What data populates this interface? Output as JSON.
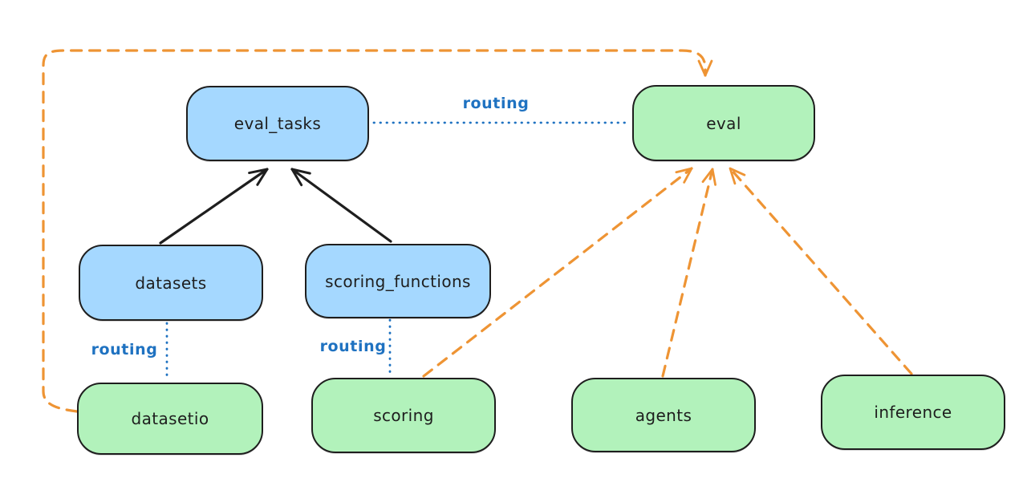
{
  "diagram": {
    "nodes": [
      {
        "id": "eval_tasks",
        "label": "eval_tasks",
        "fill": "#a5d8ff"
      },
      {
        "id": "eval",
        "label": "eval",
        "fill": "#b2f2bb"
      },
      {
        "id": "datasets",
        "label": "datasets",
        "fill": "#a5d8ff"
      },
      {
        "id": "scoring_functions",
        "label": "scoring_functions",
        "fill": "#a5d8ff"
      },
      {
        "id": "datasetio",
        "label": "datasetio",
        "fill": "#b2f2bb"
      },
      {
        "id": "scoring",
        "label": "scoring",
        "fill": "#b2f2bb"
      },
      {
        "id": "agents",
        "label": "agents",
        "fill": "#b2f2bb"
      },
      {
        "id": "inference",
        "label": "inference",
        "fill": "#b2f2bb"
      }
    ],
    "edges": [
      {
        "from": "datasets",
        "to": "eval_tasks",
        "style": "solid",
        "color": "#1e1e1e",
        "arrow": true
      },
      {
        "from": "scoring_functions",
        "to": "eval_tasks",
        "style": "solid",
        "color": "#1e1e1e",
        "arrow": true
      },
      {
        "from": "eval_tasks",
        "to": "eval",
        "style": "dotted",
        "color": "#1f72c1",
        "label": "routing"
      },
      {
        "from": "datasets",
        "to": "datasetio",
        "style": "dotted",
        "color": "#1f72c1",
        "label": "routing"
      },
      {
        "from": "scoring_functions",
        "to": "scoring",
        "style": "dotted",
        "color": "#1f72c1",
        "label": "routing"
      },
      {
        "from": "datasetio",
        "to": "eval",
        "style": "dashed",
        "color": "#ee9434",
        "arrow": true
      },
      {
        "from": "scoring",
        "to": "eval",
        "style": "dashed",
        "color": "#ee9434",
        "arrow": true
      },
      {
        "from": "agents",
        "to": "eval",
        "style": "dashed",
        "color": "#ee9434",
        "arrow": true
      },
      {
        "from": "inference",
        "to": "eval",
        "style": "dashed",
        "color": "#ee9434",
        "arrow": true
      }
    ],
    "colors": {
      "blue_fill": "#a5d8ff",
      "green_fill": "#b2f2bb",
      "stroke": "#1e1e1e",
      "routing_color": "#1f72c1",
      "dashed_color": "#ee9434",
      "background": "#ffffff"
    }
  }
}
